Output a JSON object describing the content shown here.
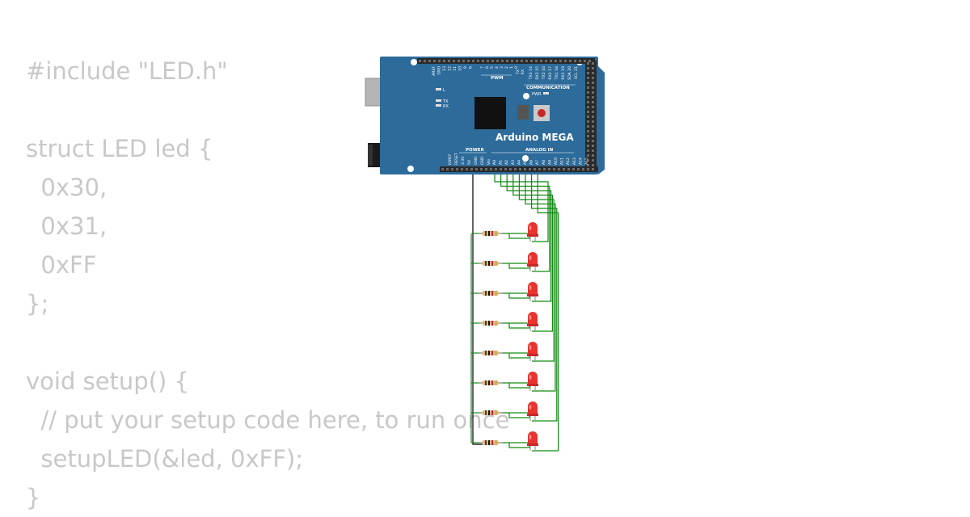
{
  "code": {
    "lines": [
      "#include \"LED.h\"",
      "",
      "struct LED led {",
      "  0x30,",
      "  0x31,",
      "  0xFF",
      "};",
      "",
      "void setup() {",
      "  // put your setup code here, to run once",
      "  setupLED(&led, 0xFF);",
      "}"
    ]
  },
  "board": {
    "name": "Arduino MEGA",
    "header_labels": {
      "pwm": "PWM",
      "communication": "COMMUNICATION",
      "power": "POWER",
      "analog_in": "ANALOG IN",
      "led_l": "L",
      "led_tx": "TX",
      "led_rx": "RX",
      "pwr": "PWR"
    },
    "top_pins_left": [
      "AREF",
      "GND",
      "13",
      "12",
      "11",
      "10",
      "9",
      "8"
    ],
    "top_pins_mid": [
      "7",
      "6",
      "5",
      "4",
      "3",
      "2",
      "1",
      "0"
    ],
    "top_pins_mid_tx_rx": [
      "TX",
      "RX"
    ],
    "top_pins_right": [
      "TX3 14",
      "RX3 15",
      "TX2 16",
      "RX2 17",
      "TX1 18",
      "RX1 19",
      "SDA 20",
      "SCL 21"
    ],
    "power_pins": [
      "IOREF",
      "RESET",
      "3.3V",
      "5V",
      "GND",
      "GND",
      "Vin"
    ],
    "analog_pins": [
      "A0",
      "A1",
      "A2",
      "A3",
      "A4",
      "A5",
      "A6",
      "A7",
      "A8",
      "A9",
      "A10",
      "A11",
      "A12",
      "A13",
      "A14",
      "A15"
    ]
  },
  "circuit": {
    "led_count": 8,
    "led_color": "red",
    "resistor_count": 8
  },
  "colors": {
    "code_text": "#c8c8c8",
    "board": "#2d6b9a",
    "wire": "#128a12",
    "led": "#e8332e",
    "gnd_wire": "#000000"
  }
}
